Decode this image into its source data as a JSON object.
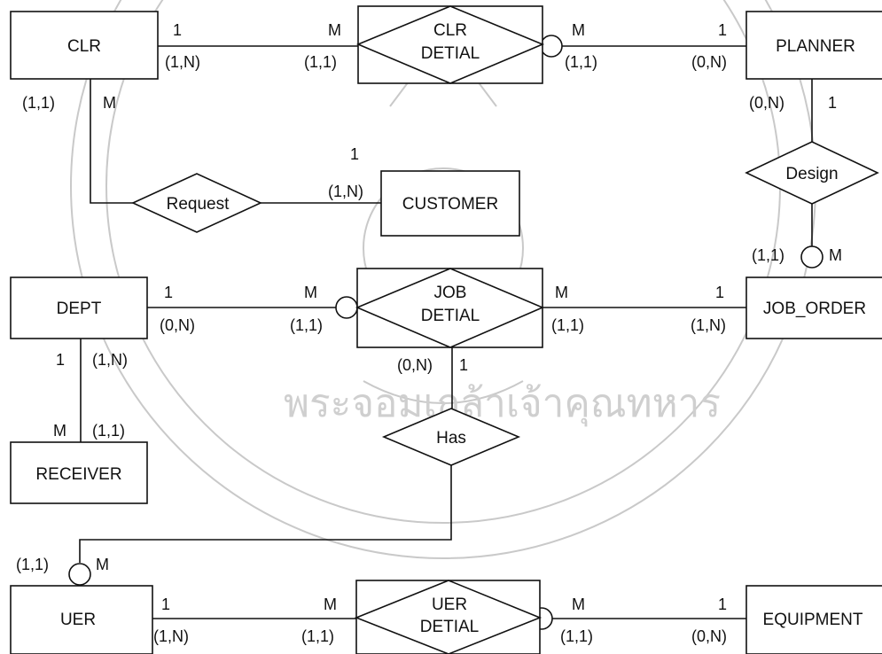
{
  "entities": {
    "clr": "CLR",
    "planner": "PLANNER",
    "customer": "CUSTOMER",
    "dept": "DEPT",
    "job_order": "JOB_ORDER",
    "receiver": "RECEIVER",
    "uer": "UER",
    "equipment": "EQUIPMENT"
  },
  "relationships": {
    "clr_detial": [
      "CLR",
      "DETIAL"
    ],
    "request": "Request",
    "design": "Design",
    "job_detial": [
      "JOB",
      "DETIAL"
    ],
    "has": "Has",
    "uer_detial": [
      "UER",
      "DETIAL"
    ]
  },
  "cardinalities": {
    "clr_detial_left_mult": "1",
    "clr_detial_left_range": "(1,N)",
    "clr_detial_mid_mult": "M",
    "clr_detial_mid_range": "(1,1)",
    "clr_detial_right_mult": "M",
    "clr_detial_right_range": "(1,1)",
    "planner_mult": "1",
    "planner_range": "(0,N)",
    "clr_down_range": "(1,1)",
    "clr_down_mult": "M",
    "customer_mult": "1",
    "customer_range": "(1,N)",
    "planner_down_range": "(0,N)",
    "planner_down_mult": "1",
    "job_order_up_range": "(1,1)",
    "job_order_up_mult": "M",
    "dept_right_mult": "1",
    "dept_right_range": "(0,N)",
    "job_left_mult": "M",
    "job_left_range": "(1,1)",
    "job_right_mult": "M",
    "job_right_range": "(1,1)",
    "job_order_mult": "1",
    "job_order_range": "(1,N)",
    "job_down_range": "(0,N)",
    "job_down_mult": "1",
    "dept_down_mult": "1",
    "dept_down_range": "(1,N)",
    "receiver_mult": "M",
    "receiver_range": "(1,1)",
    "uer_up_range": "(1,1)",
    "uer_up_mult": "M",
    "uer_right_mult": "1",
    "uer_right_range": "(1,N)",
    "uer_det_left_mult": "M",
    "uer_det_left_range": "(1,1)",
    "uer_det_right_mult": "M",
    "uer_det_right_range": "(1,1)",
    "equipment_mult": "1",
    "equipment_range": "(0,N)"
  },
  "watermark": {
    "text": "พระจอมเกล้าเจ้าคุณทหาร"
  }
}
